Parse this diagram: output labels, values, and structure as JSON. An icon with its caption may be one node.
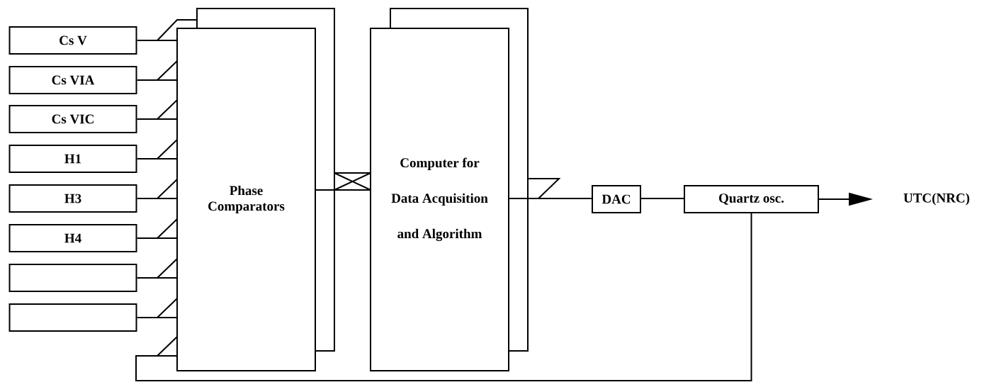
{
  "diagram": {
    "nodes": [
      {
        "text": [
          "Cs V"
        ]
      },
      {
        "text": [
          "Cs VIA"
        ]
      },
      {
        "text": [
          "Cs VIC"
        ]
      },
      {
        "text": [
          "H1"
        ]
      },
      {
        "text": [
          "H3"
        ]
      },
      {
        "text": [
          "H4"
        ]
      },
      {
        "text": [],
        "shape": "box"
      },
      {
        "text": [],
        "shape": "box"
      },
      {
        "text": [
          "Phase Comparators"
        ]
      },
      {
        "text": [
          "Computer for",
          "Data Acquisition",
          "and Algorithm"
        ]
      },
      {
        "text": [
          "DAC"
        ]
      },
      {
        "text": [
          "Quartz osc."
        ]
      },
      {
        "text": [
          "UTC(NRC)"
        ]
      }
    ],
    "edges": [
      {
        "from": 0,
        "to": 8,
        "arrow": "none"
      },
      {
        "from": 1,
        "to": 8,
        "arrow": "none"
      },
      {
        "from": 2,
        "to": 8,
        "arrow": "none"
      },
      {
        "from": 3,
        "to": 8,
        "arrow": "none"
      },
      {
        "from": 4,
        "to": 8,
        "arrow": "none"
      },
      {
        "from": 5,
        "to": 8,
        "arrow": "none"
      },
      {
        "from": 6,
        "to": 8,
        "arrow": "none"
      },
      {
        "from": 7,
        "to": 8,
        "arrow": "none"
      },
      {
        "from": 8,
        "to": 9,
        "arrow": "none"
      },
      {
        "from": 9,
        "to": 10,
        "arrow": "none"
      },
      {
        "from": 10,
        "to": 11,
        "arrow": "none"
      },
      {
        "from": 11,
        "to": 12,
        "arrow": "to"
      },
      {
        "from": 11,
        "to": 8,
        "arrow": "none"
      }
    ]
  }
}
